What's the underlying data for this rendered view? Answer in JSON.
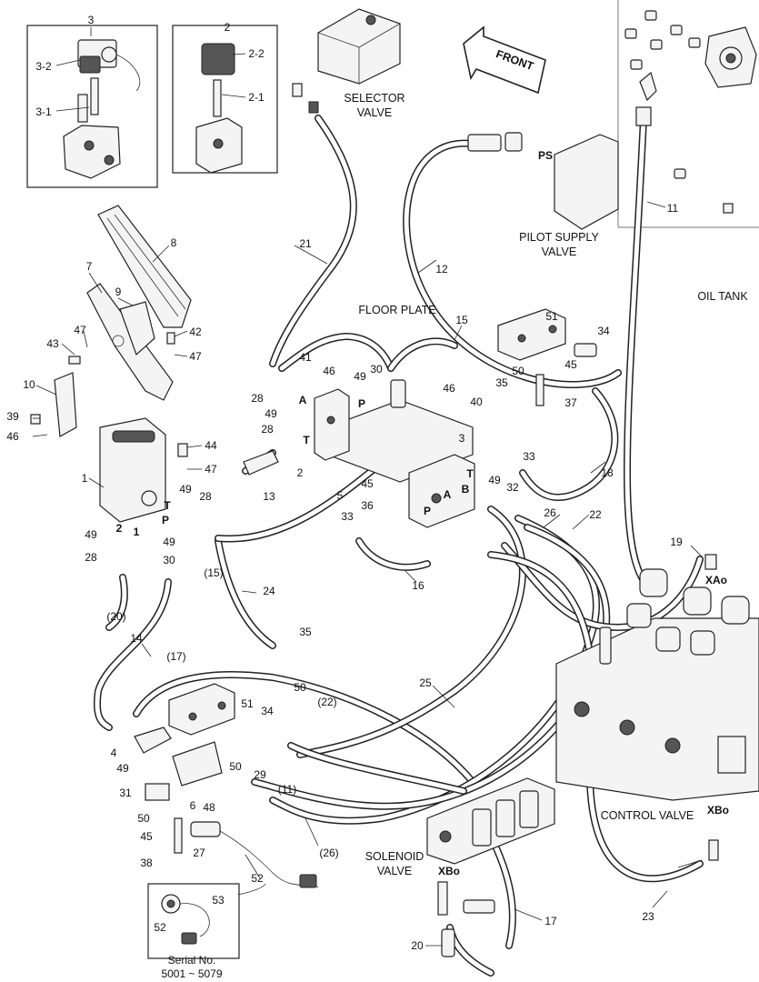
{
  "diagram": {
    "captions": {
      "selector_valve": [
        "SELECTOR",
        "VALVE"
      ],
      "front": "FRONT",
      "pilot_supply_valve": [
        "PILOT SUPPLY",
        "VALVE"
      ],
      "oil_tank": "OIL TANK",
      "floor_plate": "FLOOR PLATE",
      "control_valve": "CONTROL VALVE",
      "solenoid_valve": [
        "SOLENOID",
        "VALVE"
      ],
      "serial_no": [
        "Serial No.",
        "5001 ~ 5079"
      ]
    },
    "port_labels": {
      "ps": "PS",
      "xao": "XAo",
      "xbo_top": "XBo",
      "xbo_bottom": "XBo",
      "p_pedal": "P",
      "t_pedal": "T",
      "p_floor": "P",
      "t_floor": "T",
      "a_floor": "A",
      "t_valve": "T",
      "b_valve": "B",
      "a_valve": "A",
      "p_valve": "P",
      "port_1": "1",
      "port_2": "2"
    },
    "callouts": {
      "n3": "3",
      "n3_2": "3-2",
      "n3_1": "3-1",
      "n2": "2",
      "n2_2": "2-2",
      "n2_1": "2-1",
      "n8": "8",
      "n7": "7",
      "n9": "9",
      "n47a": "47",
      "n43": "43",
      "n42": "42",
      "n47b": "47",
      "n10": "10",
      "n39": "39",
      "n46a": "46",
      "n44": "44",
      "n47c": "47",
      "n1a": "1",
      "n49a": "49",
      "n28a": "28",
      "n49b": "49",
      "n28b": "28",
      "n49c": "49",
      "n30a": "30",
      "n20p": "(20)",
      "n15p": "(15)",
      "n24": "24",
      "n14": "14",
      "n17p": "(17)",
      "n35a": "35",
      "n50a": "50",
      "n22p": "(22)",
      "n51a": "51",
      "n34a": "34",
      "n4": "4",
      "n49d": "49",
      "n50b": "50",
      "n29": "29",
      "n11p": "(11)",
      "n31": "31",
      "n6": "6",
      "n48": "48",
      "n50c": "50",
      "n45a": "45",
      "n27": "27",
      "n26p": "(26)",
      "n38": "38",
      "n52a": "52",
      "n53": "53",
      "n52b": "52",
      "n21": "21",
      "n41": "41",
      "n46b": "46",
      "n49e": "49",
      "n30b": "30",
      "n28c": "28",
      "n49f": "49",
      "n28d": "28",
      "n13": "13",
      "n2b": "2",
      "n5": "5",
      "n45b": "45",
      "n36": "36",
      "n33a": "33",
      "n16": "16",
      "n15": "15",
      "n51b": "51",
      "n34b": "34",
      "n50d": "50",
      "n35b": "35",
      "n45c": "45",
      "n37": "37",
      "n46c": "46",
      "n40": "40",
      "n3b": "3",
      "n33b": "33",
      "n49g": "49",
      "n32": "32",
      "n26": "26",
      "n22": "22",
      "n18": "18",
      "n12": "12",
      "n11": "11",
      "n19": "19",
      "n25": "25",
      "n23": "23",
      "n17": "17",
      "n20": "20"
    }
  }
}
